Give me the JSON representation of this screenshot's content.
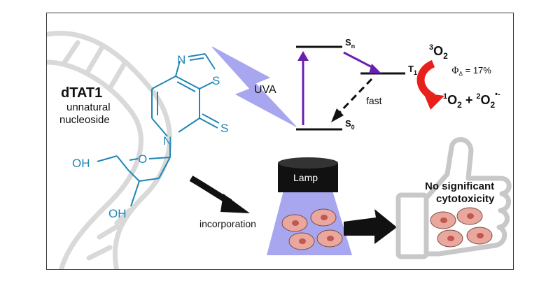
{
  "colors": {
    "molecule": "#1f86b5",
    "excitation_arrow": "#6a1fb0",
    "red_arrow": "#e8201c",
    "uva_bolt": "#a9a6f0",
    "helix": "#d9d9d9",
    "lamp_beam": "#a9a6f0",
    "cells": "#e9a79d",
    "nucleus": "#c0584f",
    "thumb_outline": "#c8c8c8"
  },
  "molecule": {
    "name": "dTAT1",
    "subtitle_line1": "unnatural",
    "subtitle_line2": "nucleoside",
    "atom_N_ring": "N",
    "atom_S_ring": "S",
    "atom_S_thione": "S",
    "atom_N_glyco": "N",
    "atom_O_sugar": "O",
    "group_OH_top": "OH",
    "group_OH_bottom": "OH"
  },
  "uva_label": "UVA",
  "jablonski": {
    "level_Sn": "S",
    "level_Sn_sub": "n",
    "level_T1": "T",
    "level_T1_sub": "1",
    "level_S0": "S",
    "level_S0_sub": "0",
    "fast_label": "fast"
  },
  "ros": {
    "oxygen_triplet_sup": "3",
    "oxygen_triplet": "O",
    "oxygen_triplet_sub": "2",
    "quantum_yield_symbol": "Φ",
    "quantum_yield_sub": "Δ",
    "quantum_yield_value": " = 17%",
    "singlet_sup": "1",
    "singlet": "O",
    "singlet_sub": "2",
    "plus": " + ",
    "superoxide_sup": "2",
    "superoxide": "O",
    "superoxide_sub": "2",
    "superoxide_charge": "•-"
  },
  "lamp_label": "Lamp",
  "incorporation_label": "incorporation",
  "result_line1": "No significant",
  "result_line2": "cytotoxicity"
}
